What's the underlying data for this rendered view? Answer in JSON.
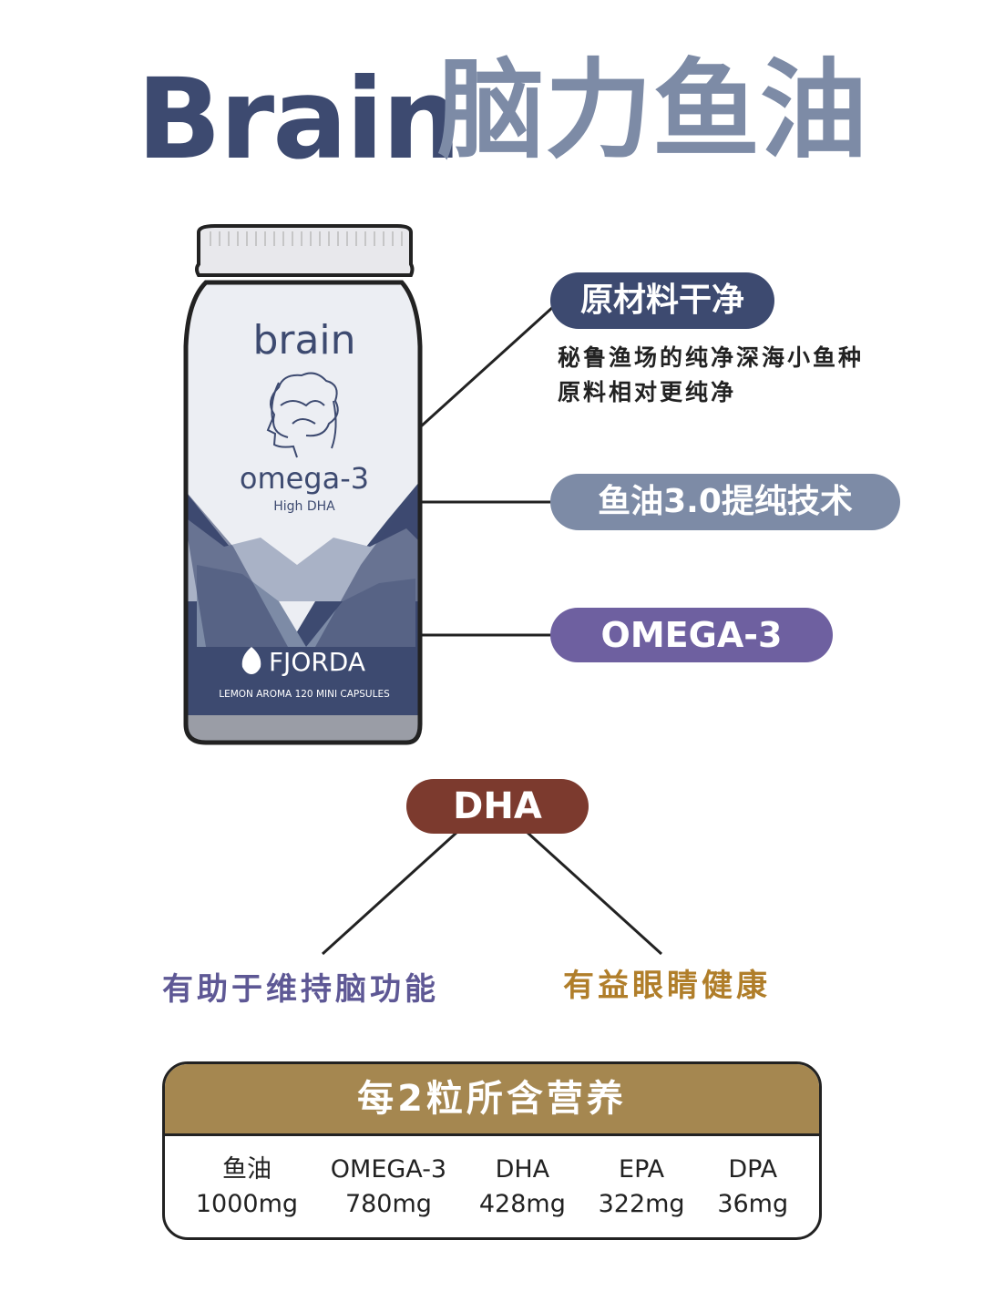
{
  "title": {
    "en": "Brain",
    "cn": "脑力鱼油"
  },
  "bottle": {
    "brand_word": "brain",
    "omega": "omega-3",
    "subtitle": "High DHA",
    "logo": "FJORDA",
    "caption": "LEMON AROMA 120 MINI CAPSULES"
  },
  "features": [
    {
      "label": "原材料干净",
      "desc": [
        "秘鲁渔场的纯净深海小鱼种",
        "原料相对更纯净"
      ]
    },
    {
      "label": "鱼油3.0提纯技术"
    },
    {
      "label": "OMEGA-3"
    }
  ],
  "dha": {
    "label": "DHA",
    "benefits": [
      "有助于维持脑功能",
      "有益眼睛健康"
    ]
  },
  "nutrition": {
    "heading": "每2粒所含营养",
    "items": [
      {
        "name": "鱼油",
        "value": "1000mg"
      },
      {
        "name": "OMEGA-3",
        "value": "780mg"
      },
      {
        "name": "DHA",
        "value": "428mg"
      },
      {
        "name": "EPA",
        "value": "322mg"
      },
      {
        "name": "DPA",
        "value": "36mg"
      }
    ]
  },
  "colors": {
    "navy": "#3d4a70",
    "slate": "#7d8ba6",
    "purple": "#6e60a0",
    "brown": "#7c3a2e",
    "gold": "#a58750"
  }
}
